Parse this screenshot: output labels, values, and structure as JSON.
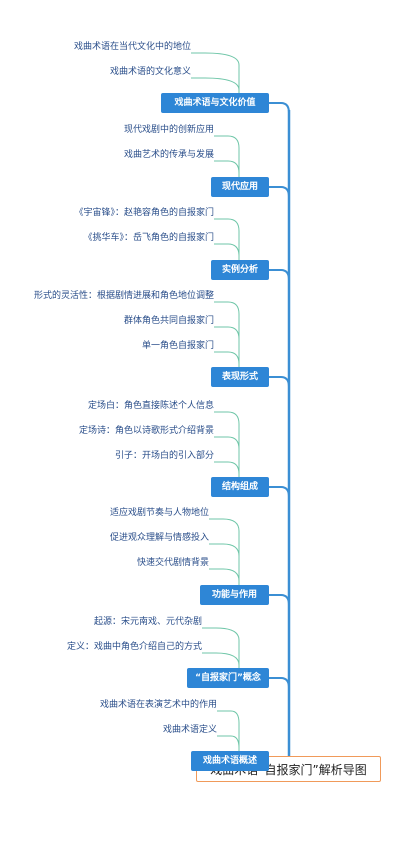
{
  "root": {
    "label": "戏曲术语“自报家门”解析导图"
  },
  "colors": {
    "branch": "#2e86d6",
    "spine": "#3b8fd4",
    "leaf_line": "#6fc6a8",
    "root_border": "#f09a5a",
    "leaf_text": "#2a4e8a"
  },
  "branches": [
    {
      "label": "戏曲术语与文化价值",
      "leaves": [
        "戏曲术语在当代文化中的地位",
        "戏曲术语的文化意义"
      ]
    },
    {
      "label": "现代应用",
      "leaves": [
        "现代戏剧中的创新应用",
        "戏曲艺术的传承与发展"
      ]
    },
    {
      "label": "实例分析",
      "leaves": [
        "《宇宙锋》：赵艳容角色的自报家门",
        "《挑华车》：岳飞角色的自报家门"
      ]
    },
    {
      "label": "表现形式",
      "leaves": [
        "形式的灵活性：根据剧情进展和角色地位调整",
        "群体角色共同自报家门",
        "单一角色自报家门"
      ]
    },
    {
      "label": "结构组成",
      "leaves": [
        "定场白：角色直接陈述个人信息",
        "定场诗：角色以诗歌形式介绍背景",
        "引子：开场白的引入部分"
      ]
    },
    {
      "label": "功能与作用",
      "leaves": [
        "适应戏剧节奏与人物地位",
        "促进观众理解与情感投入",
        "快速交代剧情背景"
      ]
    },
    {
      "label": "“自报家门”概念",
      "leaves": [
        "起源：宋元南戏、元代杂剧",
        "定义：戏曲中角色介绍自己的方式"
      ]
    },
    {
      "label": "戏曲术语概述",
      "leaves": [
        "戏曲术语在表演艺术中的作用",
        "戏曲术语定义"
      ]
    }
  ]
}
